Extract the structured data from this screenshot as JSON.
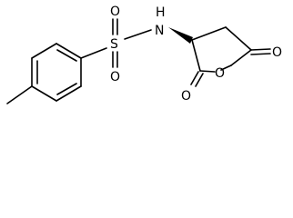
{
  "molecule": {
    "atoms": {
      "sulfur": "S",
      "oxygen_top": "O",
      "oxygen_bottom": "O",
      "nitrogen": "N",
      "n_hydrogen": "H",
      "ring_oxygen": "O",
      "carbonyl_oxygen_left": "O",
      "carbonyl_oxygen_right": "O"
    }
  }
}
